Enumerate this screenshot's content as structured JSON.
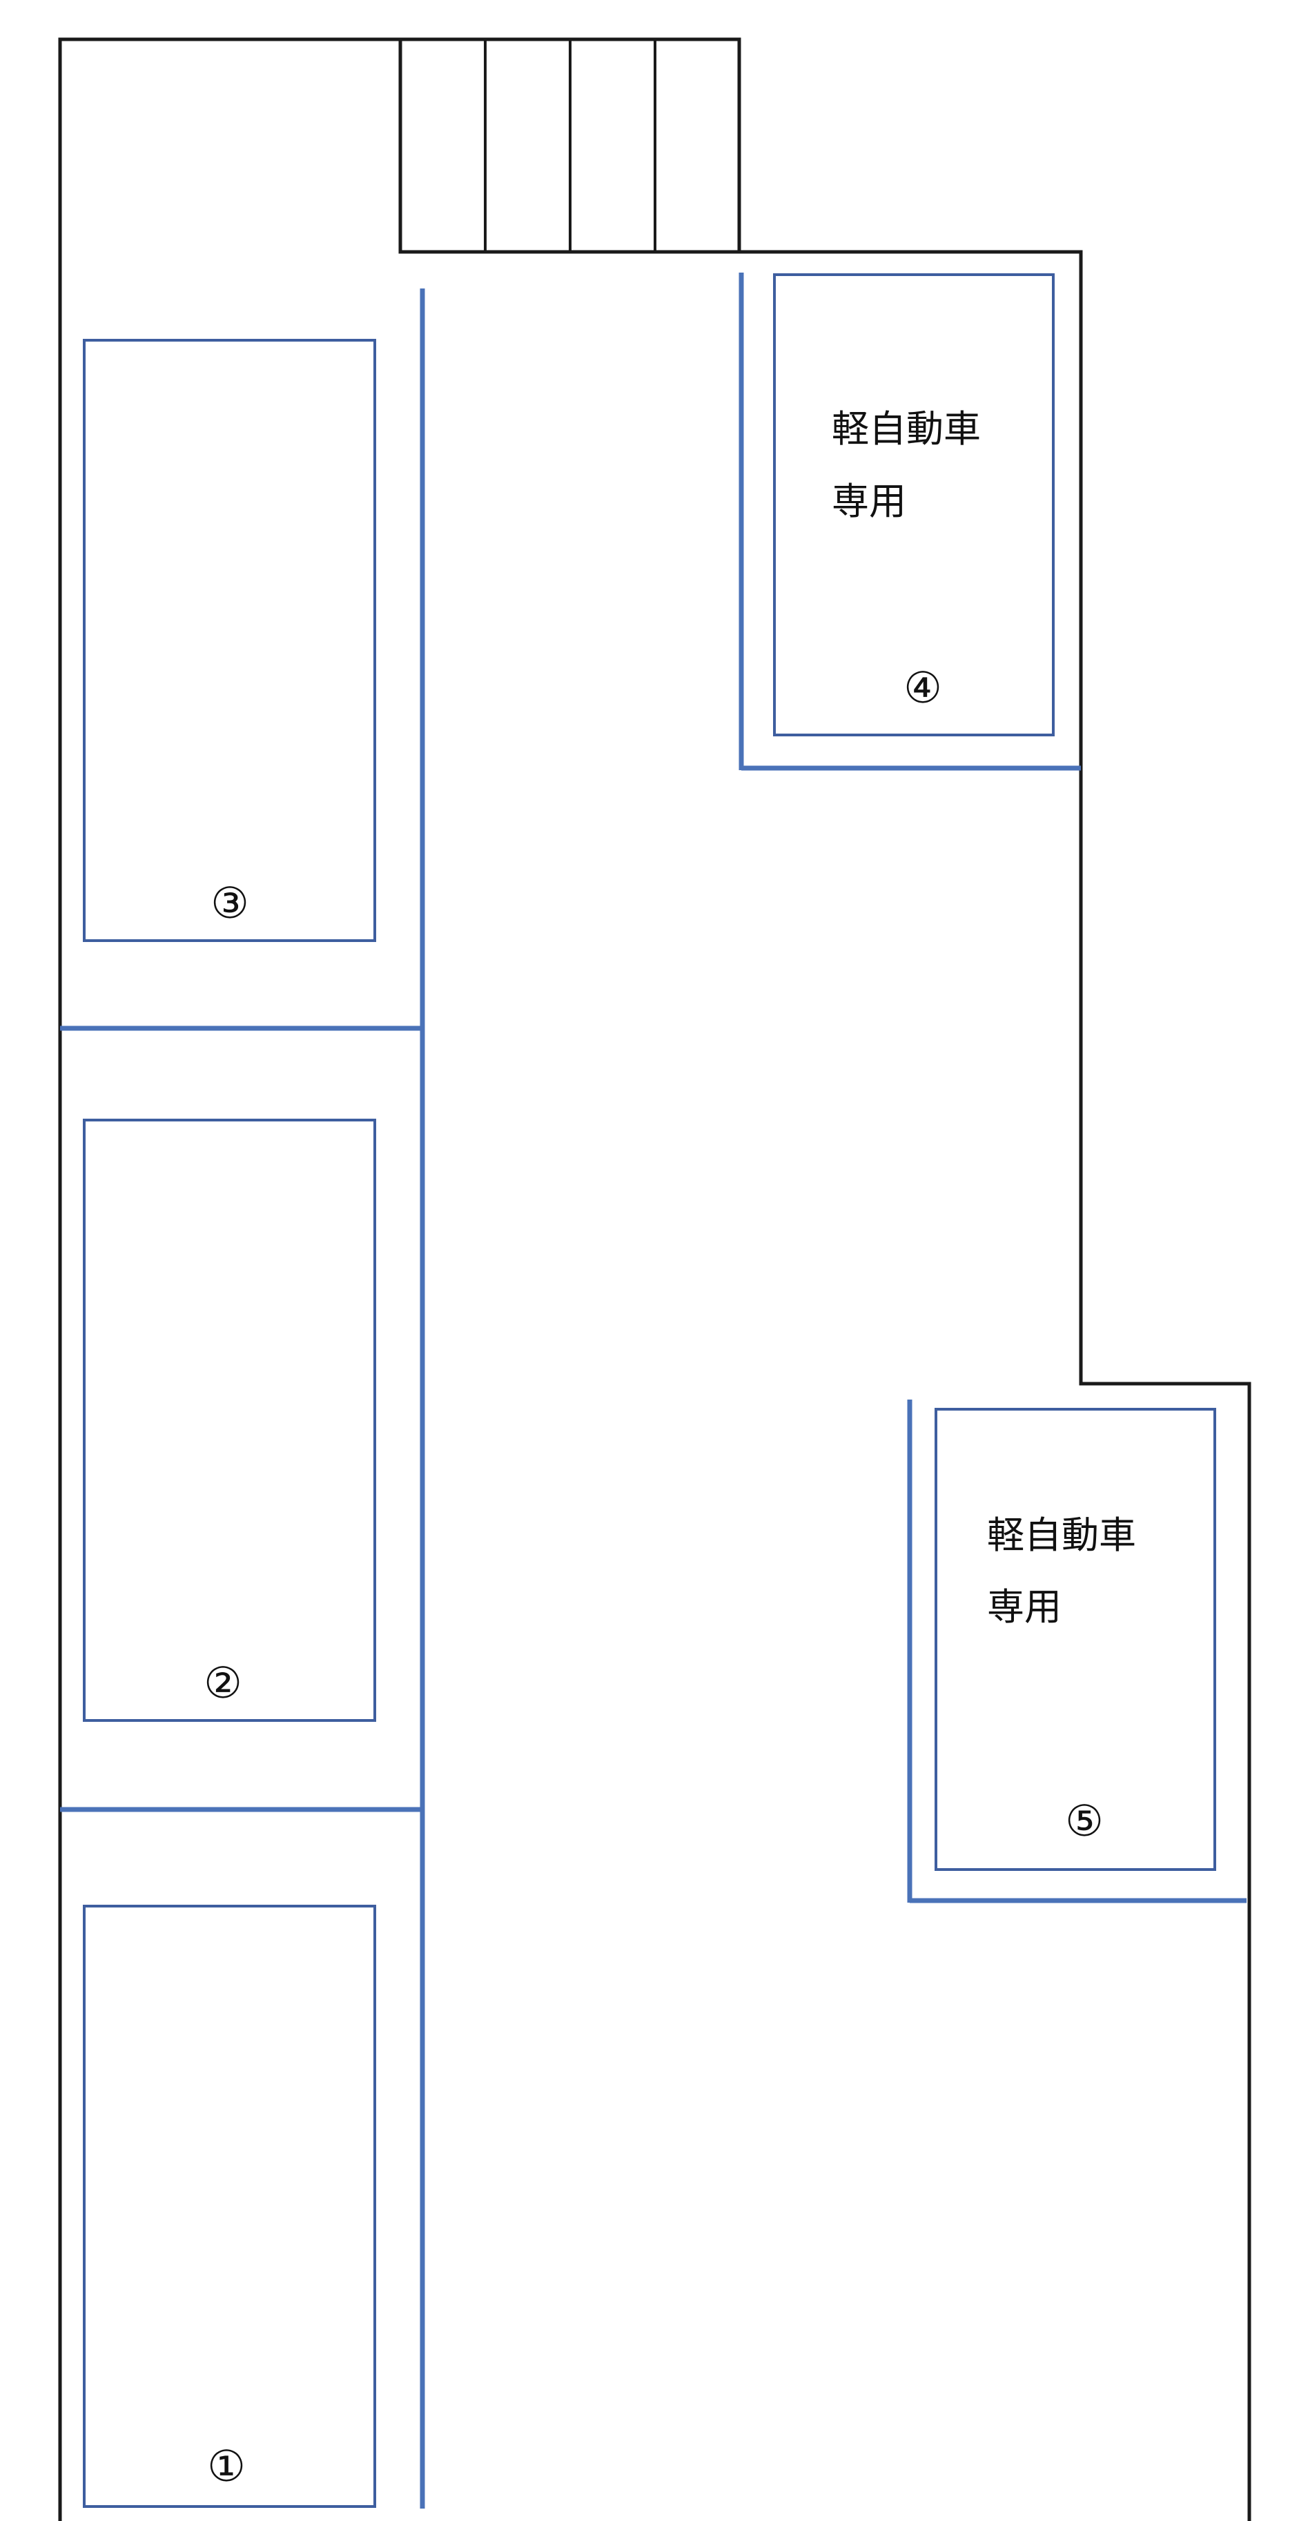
{
  "colors": {
    "boundary": "#1a1a1a",
    "divider": "#4a72b8",
    "space_outline": "#3e5e9f",
    "text": "#111111"
  },
  "spaces": [
    {
      "number_label": "①",
      "note_line1": "",
      "note_line2": ""
    },
    {
      "number_label": "②",
      "note_line1": "",
      "note_line2": ""
    },
    {
      "number_label": "③",
      "note_line1": "",
      "note_line2": ""
    },
    {
      "number_label": "④",
      "note_line1": "軽自動車",
      "note_line2": "専用"
    },
    {
      "number_label": "⑤",
      "note_line1": "軽自動車",
      "note_line2": "専用"
    }
  ]
}
